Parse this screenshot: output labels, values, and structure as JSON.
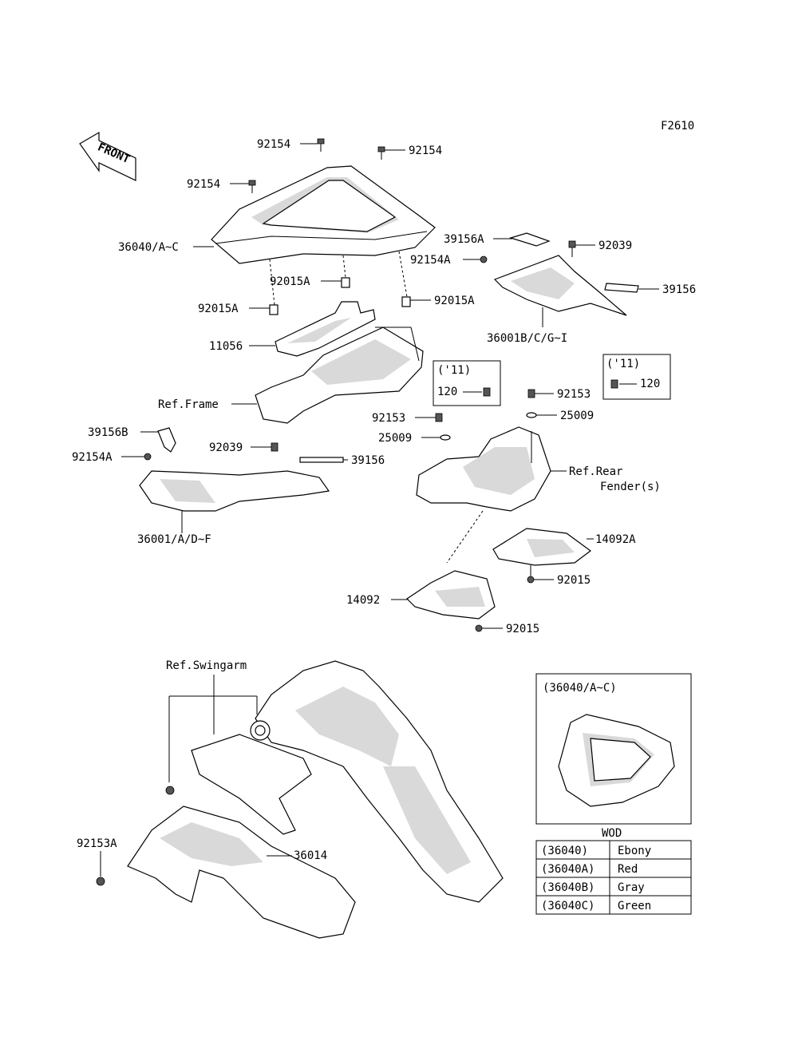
{
  "figure_code": "F2610",
  "front_label": "FRONT",
  "labels": {
    "p92154_a": "92154",
    "p92154_b": "92154",
    "p92154_c": "92154",
    "p36040": "36040/A~C",
    "p92015A_a": "92015A",
    "p92015A_b": "92015A",
    "p92015A_c": "92015A",
    "p11056": "11056",
    "ref_frame": "Ref.Frame",
    "p39156A": "39156A",
    "p92039_a": "92039",
    "p92154A_a": "92154A",
    "p39156_a": "39156",
    "p36001BC": "36001B/C/G~I",
    "y11_a": "('11)",
    "p120_a": "120",
    "y11_b": "('11)",
    "p120_b": "120",
    "p92153_a": "92153",
    "p25009_a": "25009",
    "p92153_b": "92153",
    "p25009_b": "25009",
    "ref_rear_1": "Ref.Rear",
    "ref_rear_2": "Fender(s)",
    "p39156B": "39156B",
    "p92039_b": "92039",
    "p92154A_b": "92154A",
    "p39156_b": "39156",
    "p36001AD": "36001/A/D~F",
    "p14092A": "14092A",
    "p92015_a": "92015",
    "p14092": "14092",
    "p92015_b": "92015",
    "ref_swingarm": "Ref.Swingarm",
    "p36014": "36014",
    "p92153A": "92153A",
    "inset_title": "(36040/A~C)"
  },
  "color_table": {
    "title": "WOD",
    "rows": [
      {
        "code": "(36040)",
        "color": "Ebony"
      },
      {
        "code": "(36040A)",
        "color": "Red"
      },
      {
        "code": "(36040B)",
        "color": "Gray"
      },
      {
        "code": "(36040C)",
        "color": "Green"
      }
    ]
  }
}
